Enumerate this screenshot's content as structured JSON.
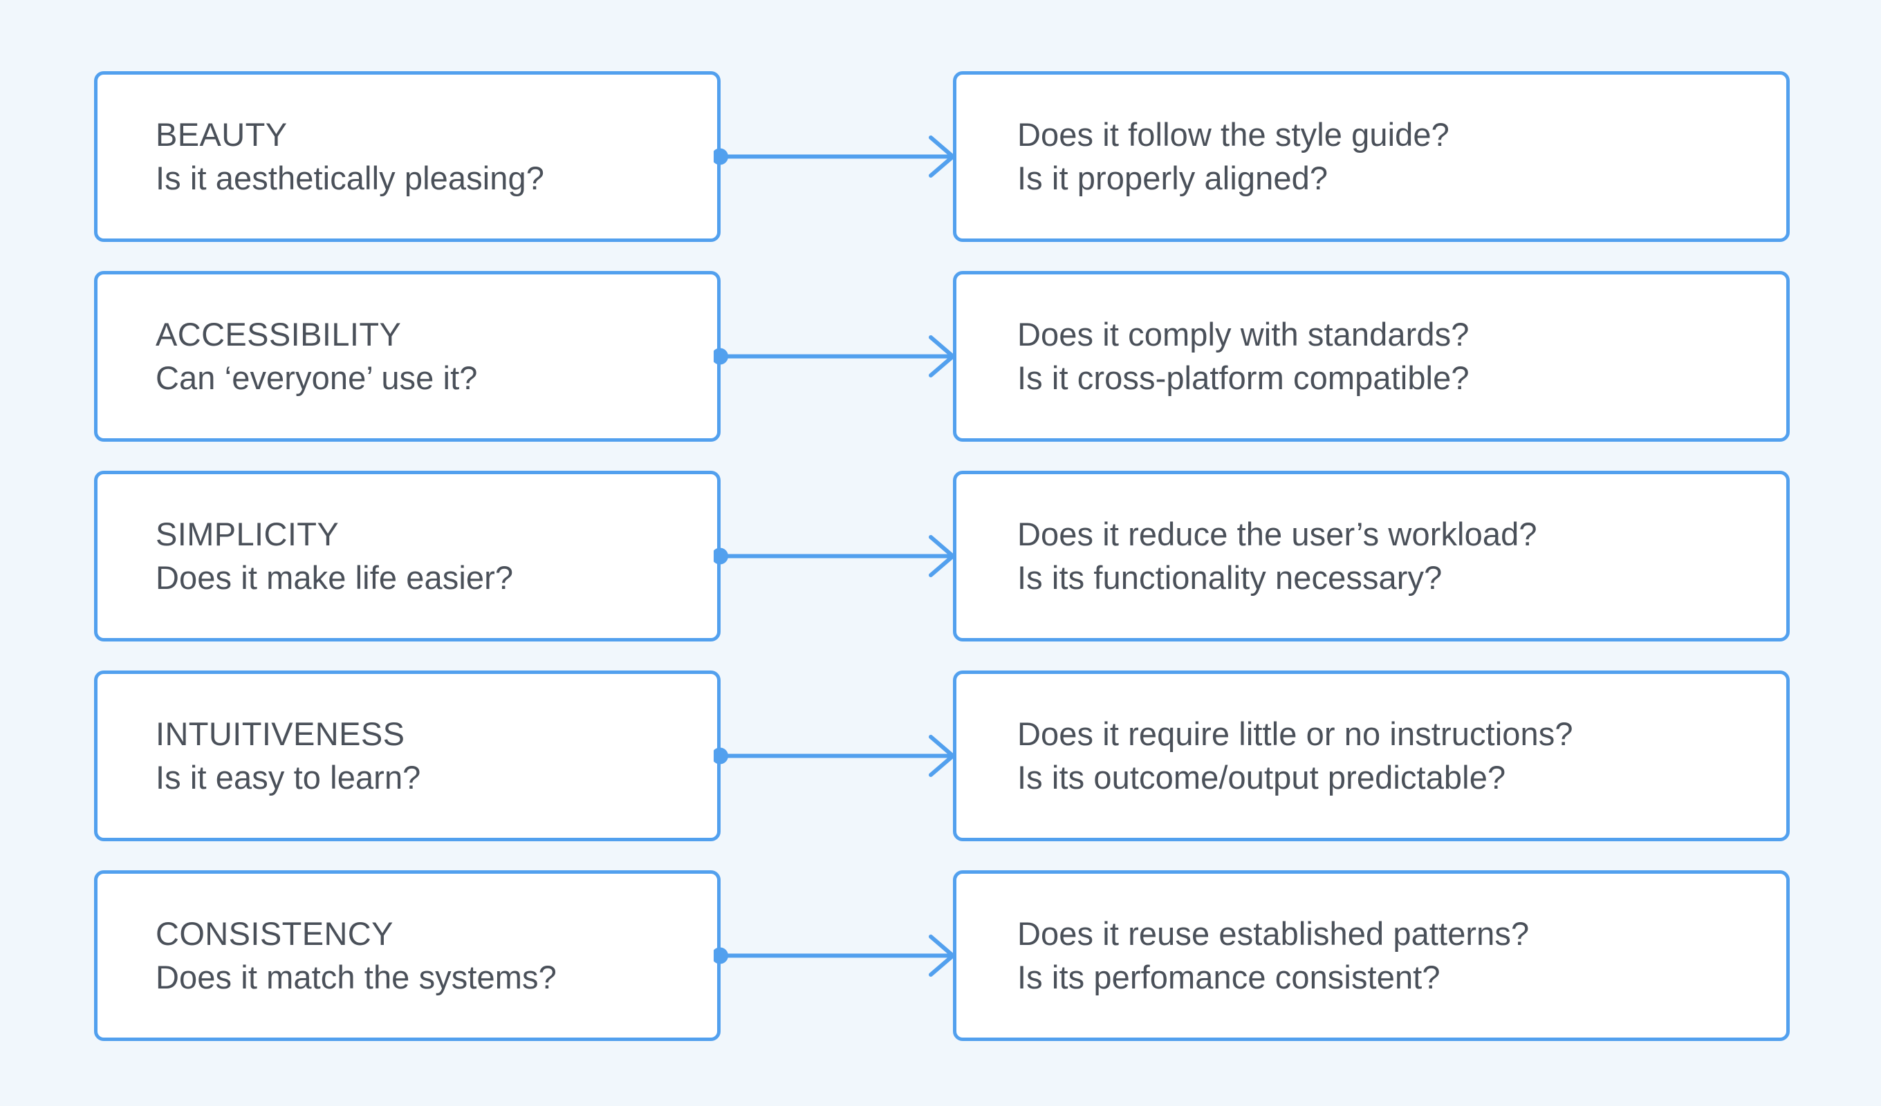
{
  "canvas": {
    "background_color": "#f1f7fc",
    "accent_color": "#52a0ee",
    "text_color": "#4a5059"
  },
  "diagram": {
    "type": "two-column-mapping",
    "connector_style": "dot-line-arrow",
    "rows": [
      {
        "principle": {
          "term": "BEAUTY",
          "question": "Is it aesthetically pleasing?"
        },
        "checks": {
          "line1": "Does it follow the style guide?",
          "line2": "Is it properly aligned?"
        }
      },
      {
        "principle": {
          "term": "ACCESSIBILITY",
          "question": "Can ‘everyone’ use it?"
        },
        "checks": {
          "line1": "Does it comply with standards?",
          "line2": "Is it cross-platform compatible?"
        }
      },
      {
        "principle": {
          "term": "SIMPLICITY",
          "question": "Does it make life easier?"
        },
        "checks": {
          "line1": "Does it reduce the user’s workload?",
          "line2": "Is its functionality necessary?"
        }
      },
      {
        "principle": {
          "term": "INTUITIVENESS",
          "question": "Is it easy to learn?"
        },
        "checks": {
          "line1": "Does it require little or no instructions?",
          "line2": "Is its outcome/output predictable?"
        }
      },
      {
        "principle": {
          "term": "CONSISTENCY",
          "question": "Does it match the systems?"
        },
        "checks": {
          "line1": "Does it reuse established patterns?",
          "line2": "Is its perfomance consistent?"
        }
      }
    ]
  }
}
